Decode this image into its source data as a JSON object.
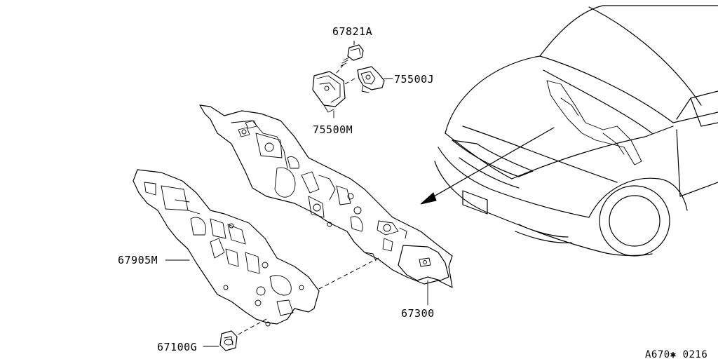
{
  "diagram": {
    "parts": [
      {
        "id": "p67821A",
        "label": "67821A"
      },
      {
        "id": "p75500J",
        "label": "75500J"
      },
      {
        "id": "p75500M",
        "label": "75500M"
      },
      {
        "id": "p67905M",
        "label": "67905M"
      },
      {
        "id": "p67300",
        "label": "67300"
      },
      {
        "id": "p67100G",
        "label": "67100G"
      }
    ],
    "reference_code": "A670✱ 0216"
  }
}
